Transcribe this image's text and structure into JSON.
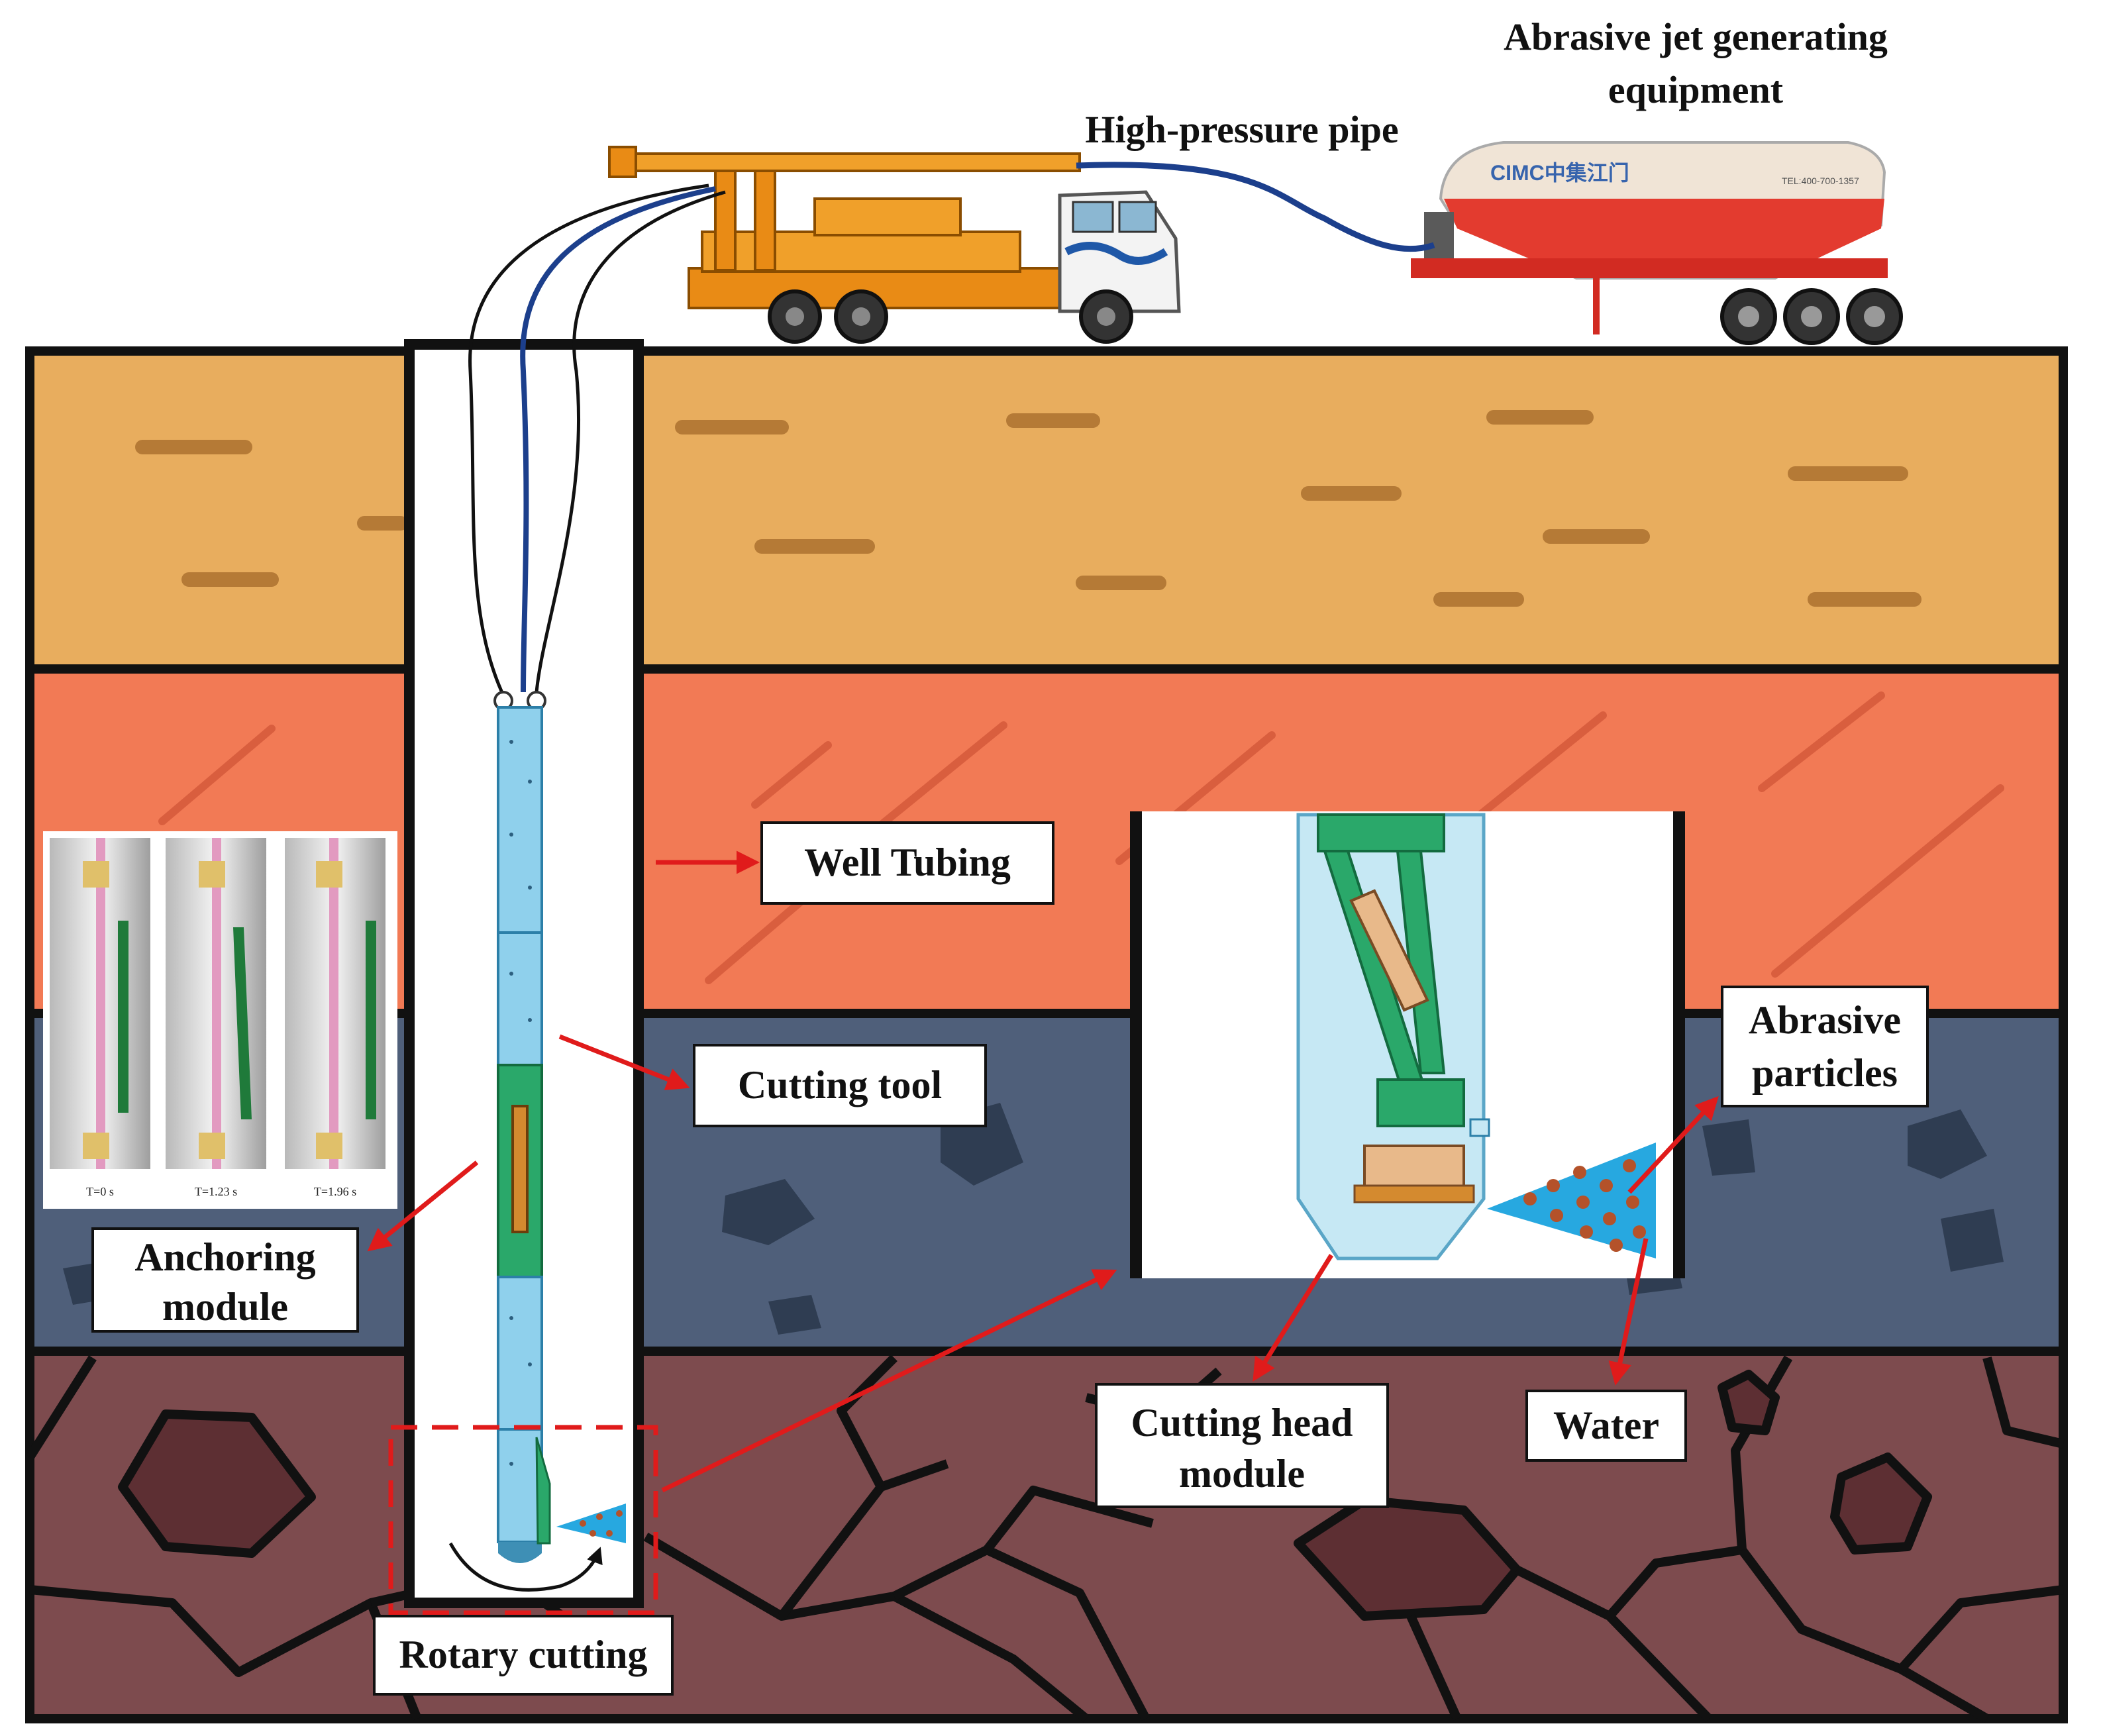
{
  "labels": {
    "abrasive_equipment_line1": "Abrasive jet generating",
    "abrasive_equipment_line2": "equipment",
    "high_pressure_pipe": "High-pressure pipe",
    "well_tubing": "Well Tubing",
    "cutting_tool": "Cutting tool",
    "anchoring_module_line1": "Anchoring",
    "anchoring_module_line2": "module",
    "abrasive_particles_line1": "Abrasive",
    "abrasive_particles_line2": "particles",
    "cutting_head_module_line1": "Cutting head",
    "cutting_head_module_line2": "module",
    "water": "Water",
    "rotary_cutting": "Rotary cutting"
  },
  "anchoring_inset": {
    "times": [
      "T=0 s",
      "T=1.23 s",
      "T=1.96 s"
    ]
  },
  "tanker": {
    "brand": "CIMC中集江门",
    "phone": "TEL:400-700-1357"
  },
  "colors": {
    "layer1_sand": "#e8ad5e",
    "layer2_clay": "#f27a55",
    "layer3_rock": "#4f5f7a",
    "layer4_bedrock": "#7d4b4e",
    "arrow_red": "#e01b1b",
    "tool_blue": "#8fd0ec",
    "tool_green": "#2aa86a",
    "jet_blue": "#27a8e0",
    "particle_brown": "#b4522a"
  }
}
